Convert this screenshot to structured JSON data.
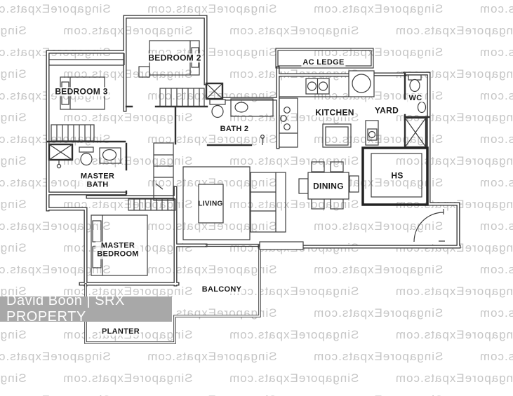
{
  "watermark": {
    "text": "SingaporeExpats.com",
    "color": "#c6c6c6"
  },
  "agent_banner": {
    "text": "David Boon | SRX PROPERTY",
    "bg": "#a8a8a8",
    "fg": "#fdfdfd"
  },
  "labels": {
    "bedroom2": "BEDROOM 2",
    "bedroom3": "BEDROOM 3",
    "bath2": "BATH 2",
    "master_bath_l1": "MASTER",
    "master_bath_l2": "BATH",
    "ac_ledge": "AC LEDGE",
    "kitchen": "KITCHEN",
    "yard": "YARD",
    "wc": "WC",
    "hs": "HS",
    "dining": "DINING",
    "living": "LIVING",
    "master_bedroom_l1": "MASTER",
    "master_bedroom_l2": "BEDROOM",
    "balcony": "BALCONY",
    "planter": "PLANTER"
  }
}
